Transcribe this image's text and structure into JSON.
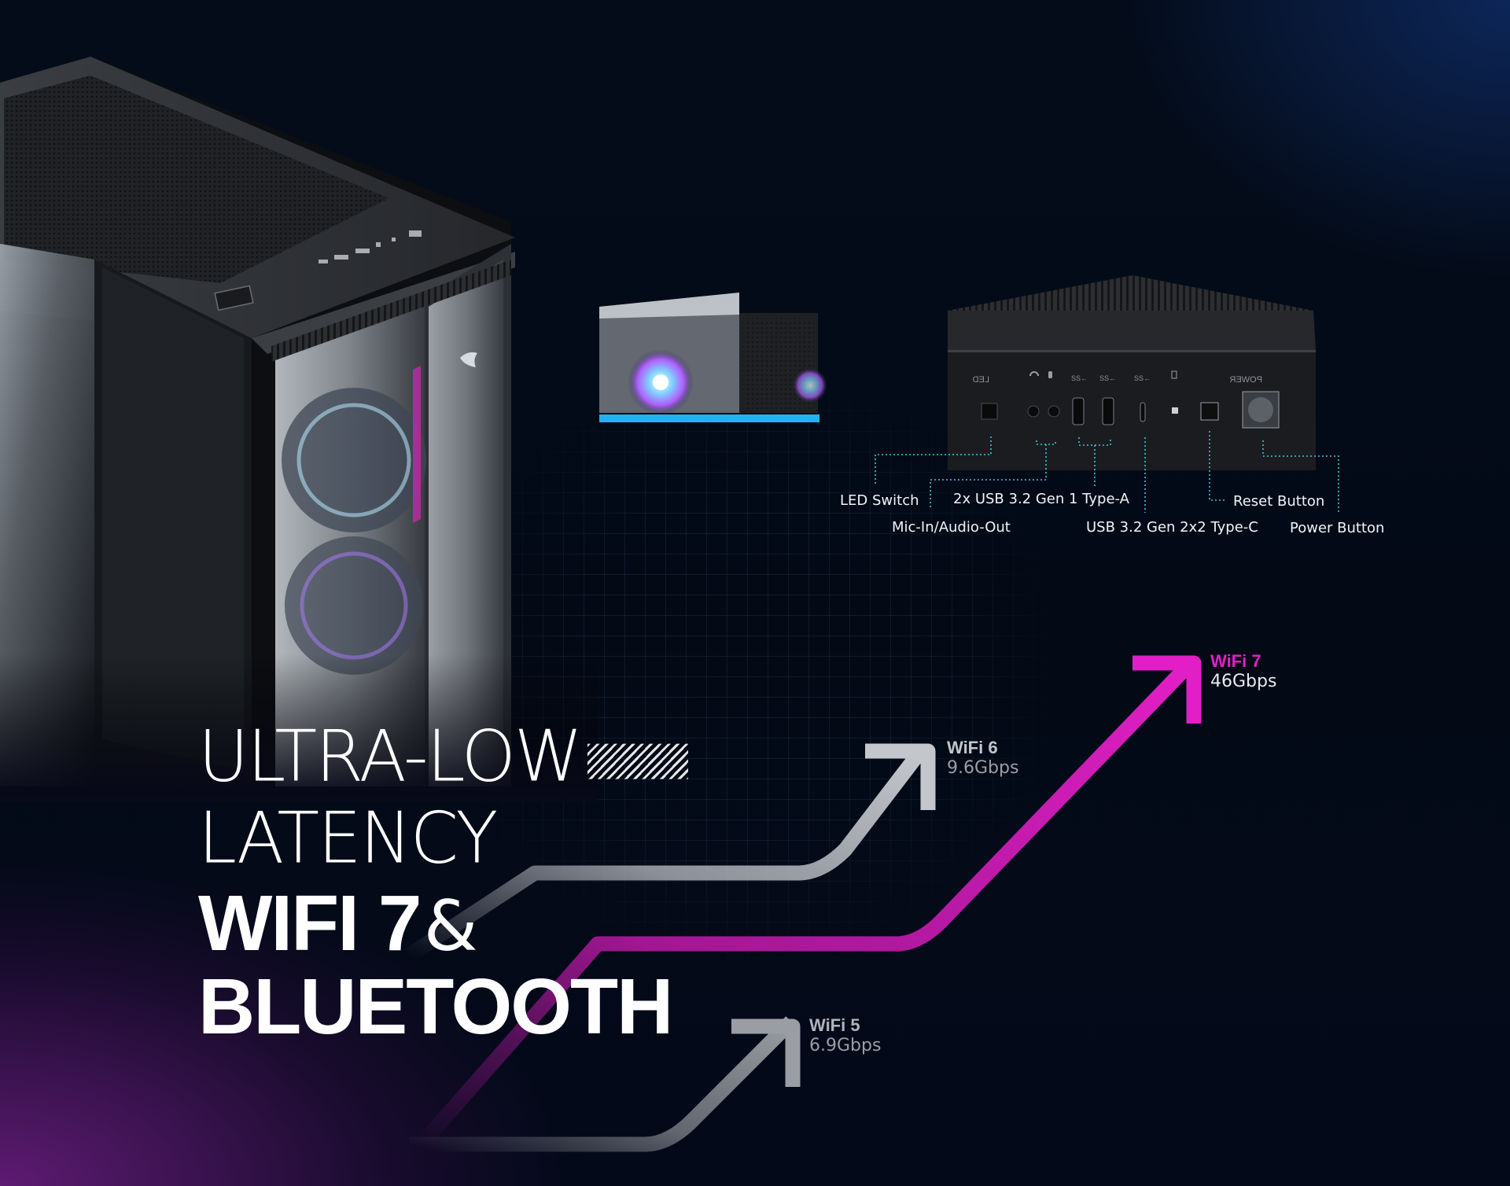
{
  "headline": {
    "line1": "ULTRA-LOW",
    "line2": "LATENCY",
    "line3_bold": "WIFI 7",
    "line3_amp": "&",
    "line4": "BLUETOOTH"
  },
  "io_panel": {
    "printed_labels": {
      "led": "LED",
      "power": "POWER",
      "ss_usb_1": "SS←",
      "ss_usb_2": "SS←",
      "ss_usb_3": "SS←"
    },
    "callouts": {
      "led_switch": "LED Switch",
      "usb_a": "2x USB 3.2 Gen 1 Type-A",
      "reset": "Reset Button",
      "mic_audio": "Mic-In/Audio-Out",
      "usb_c": "USB 3.2 Gen 2x2 Type-C",
      "power": "Power Button"
    },
    "callout_color": "#38c6d8"
  },
  "wifi_speeds": [
    {
      "name": "WiFi 7",
      "speed": "46Gbps",
      "value_gbps": 46,
      "color": "#e21fc6"
    },
    {
      "name": "WiFi 6",
      "speed": "9.6Gbps",
      "value_gbps": 9.6,
      "color": "#b9bdc3"
    },
    {
      "name": "WiFi 5",
      "speed": "6.9Gbps",
      "value_gbps": 6.9,
      "color": "#8a8e94"
    }
  ],
  "colors": {
    "accent_magenta": "#e21fc6",
    "accent_cyan": "#1fb4f0",
    "background": "#030b18"
  },
  "icons": [
    "msi-dragon-logo-icon",
    "fan-icon",
    "usb-icon",
    "headphone-icon",
    "microphone-icon"
  ]
}
